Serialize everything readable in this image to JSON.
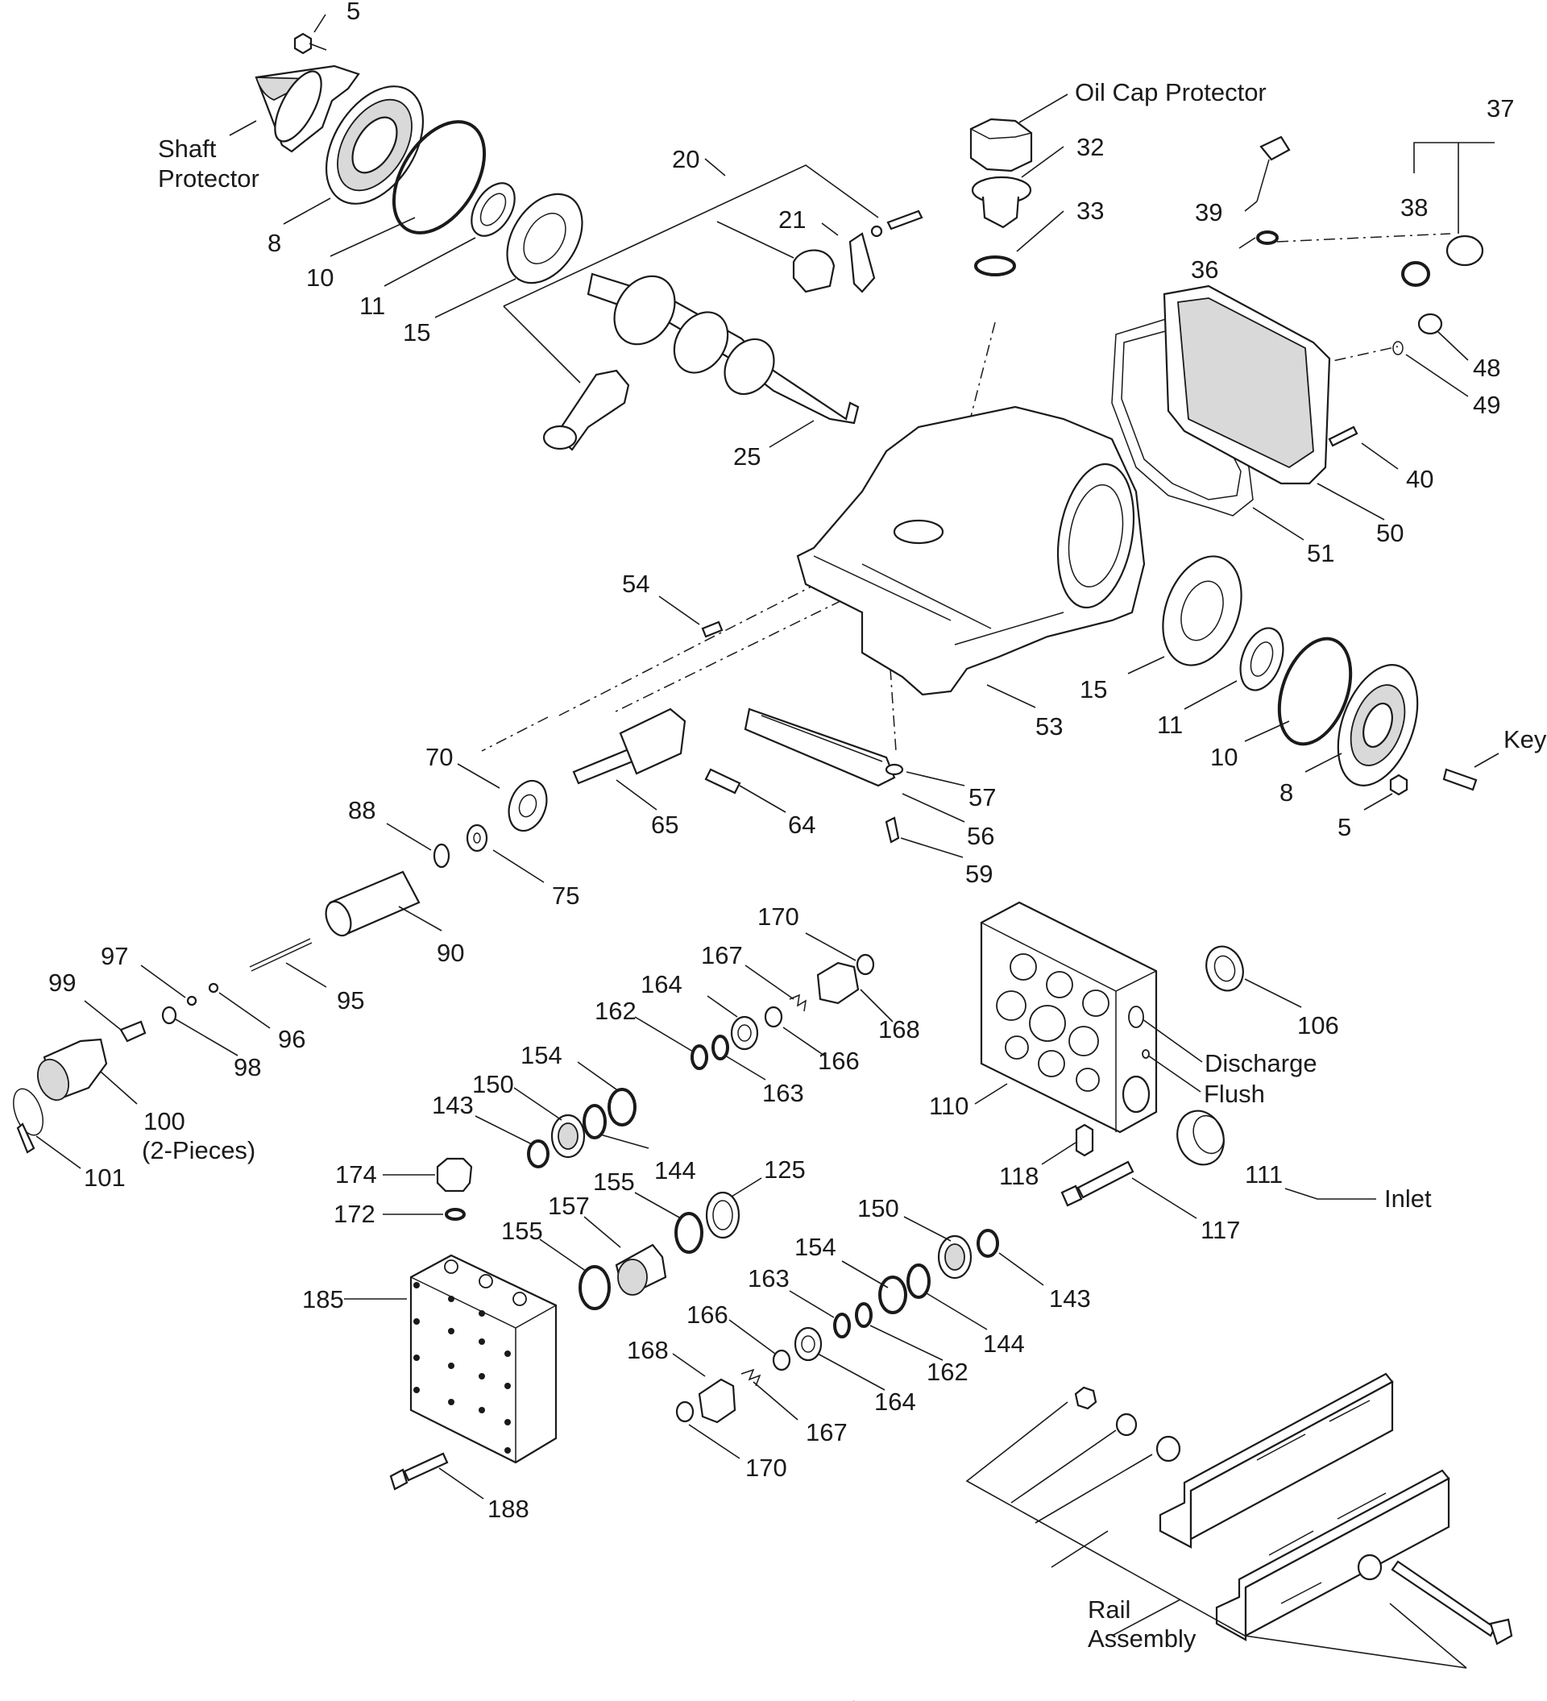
{
  "labels": {
    "l5a": "5",
    "shaft_protector_1": "Shaft",
    "shaft_protector_2": "Protector",
    "l8a": "8",
    "l10a": "10",
    "l11a": "11",
    "l15a": "15",
    "l20": "20",
    "l21": "21",
    "l25": "25",
    "oil_cap_protector": "Oil Cap Protector",
    "l32": "32",
    "l33": "33",
    "l37": "37",
    "l38": "38",
    "l39": "39",
    "l36": "36",
    "l48": "48",
    "l49": "49",
    "l40": "40",
    "l50": "50",
    "l51": "51",
    "l53": "53",
    "l54": "54",
    "l15b": "15",
    "l11b": "11",
    "l10b": "10",
    "l8b": "8",
    "l5b": "5",
    "key": "Key",
    "l57": "57",
    "l56": "56",
    "l59": "59",
    "l64": "64",
    "l65": "65",
    "l70": "70",
    "l88": "88",
    "l75": "75",
    "l90": "90",
    "l95": "95",
    "l96": "96",
    "l97": "97",
    "l98": "98",
    "l99": "99",
    "l100": "100",
    "l100_note": "(2-Pieces)",
    "l101": "101",
    "l170a": "170",
    "l167a": "167",
    "l168a": "168",
    "l164a": "164",
    "l166a": "166",
    "l162a": "162",
    "l163a": "163",
    "l154a": "154",
    "l150a": "150",
    "l143a": "143",
    "l144a": "144",
    "l174": "174",
    "l172": "172",
    "l155a": "155",
    "l157": "157",
    "l155b": "155",
    "l125": "125",
    "l185": "185",
    "l188": "188",
    "l106": "106",
    "discharge": "Discharge",
    "flush": "Flush",
    "l110": "110",
    "l118": "118",
    "l111": "111",
    "inlet": "Inlet",
    "l117": "117",
    "l150b": "150",
    "l143b": "143",
    "l154b": "154",
    "l144b": "144",
    "l163b": "163",
    "l162b": "162",
    "l166b": "166",
    "l164b": "164",
    "l168b": "168",
    "l167b": "167",
    "l170b": "170",
    "rail_1": "Rail",
    "rail_2": "Assembly"
  }
}
